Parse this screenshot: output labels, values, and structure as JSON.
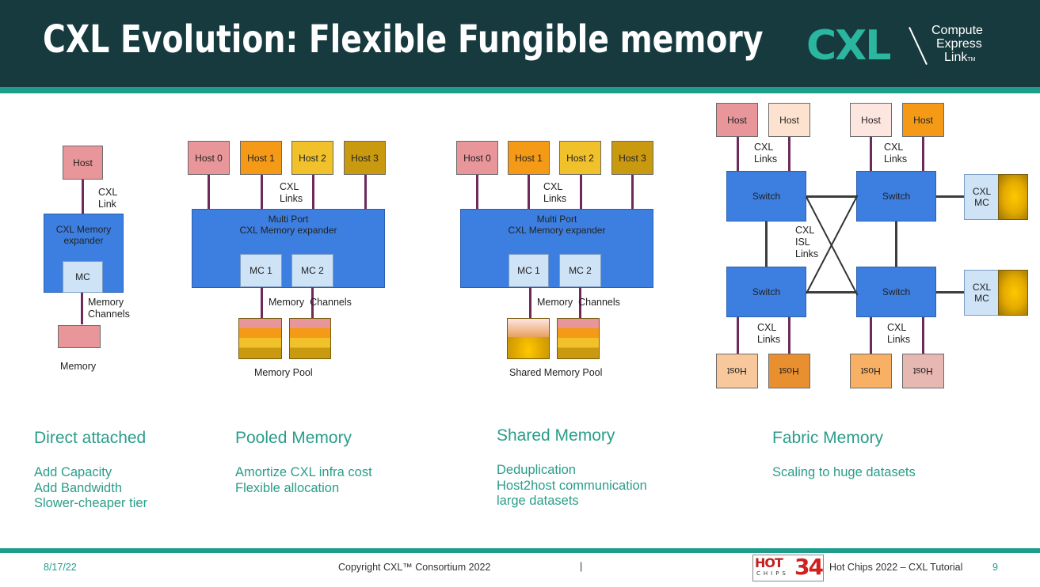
{
  "title": "CXL Evolution: Flexible Fungible memory",
  "logo": {
    "mark": "CXL",
    "line1": "Compute",
    "line2": "Express",
    "line3": "Link",
    "tm": "TM"
  },
  "direct": {
    "host": "Host",
    "link": "CXL\nLink",
    "expander": "CXL Memory\nexpander",
    "mc": "MC",
    "channels": "Memory\nChannels",
    "memory": "Memory"
  },
  "pooled": {
    "hosts": [
      "Host 0",
      "Host 1",
      "Host 2",
      "Host 3"
    ],
    "links": "CXL\nLinks",
    "expander": "Multi Port\nCXL Memory expander",
    "mc1": "MC 1",
    "mc2": "MC 2",
    "channels": "Memory  Channels",
    "pool": "Memory Pool"
  },
  "shared": {
    "hosts": [
      "Host 0",
      "Host 1",
      "Host 2",
      "Host 3"
    ],
    "links": "CXL\nLinks",
    "expander": "Multi Port\nCXL Memory expander",
    "mc1": "MC 1",
    "mc2": "MC 2",
    "channels": "Memory  Channels",
    "pool": "Shared Memory Pool"
  },
  "fabric": {
    "hosts_top": [
      "Host",
      "Host",
      "Host",
      "Host"
    ],
    "hosts_bottom": [
      "Host",
      "Host",
      "Host",
      "Host"
    ],
    "switch": "Switch",
    "links_top": "CXL\nLinks",
    "isl": "CXL\nISL\nLinks",
    "links_bottom": "CXL\nLinks",
    "mc": "CXL\nMC"
  },
  "sections": [
    {
      "heading": "Direct attached",
      "bullets": [
        "Add Capacity",
        "Add Bandwidth",
        "Slower-cheaper tier"
      ]
    },
    {
      "heading": "Pooled Memory",
      "bullets": [
        "Amortize CXL infra cost",
        "Flexible allocation"
      ]
    },
    {
      "heading": "Shared Memory",
      "bullets": [
        "Deduplication",
        "Host2host communication",
        "large datasets"
      ]
    },
    {
      "heading": "Fabric Memory",
      "bullets": [
        "Scaling to huge datasets"
      ]
    }
  ],
  "footer": {
    "date": "8/17/22",
    "copyright": "Copyright CXL™ Consortium 2022",
    "separator": "|",
    "badge_hot": "HOT",
    "badge_chips": "CHIPS",
    "badge_num": "34",
    "event": "Hot Chips 2022 – CXL Tutorial",
    "page": "9"
  }
}
